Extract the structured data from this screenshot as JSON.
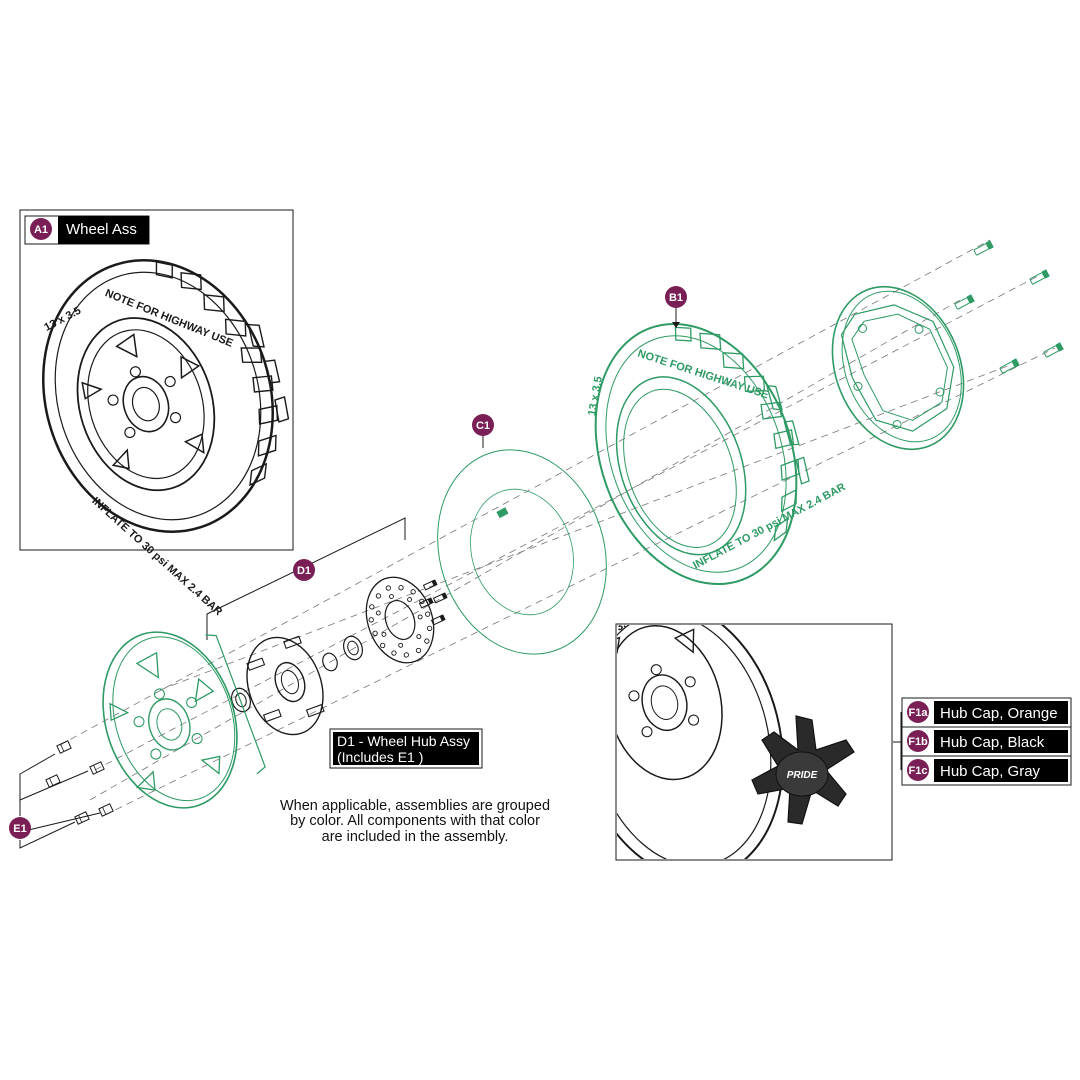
{
  "colors": {
    "badge": "#7a1f55",
    "highlight_green": "#2e9a64",
    "label_bg": "#000000",
    "outline": "#1a1a1a"
  },
  "callouts": {
    "a1": "A1",
    "b1": "B1",
    "c1": "C1",
    "d1": "D1",
    "e1": "E1",
    "f1a": "F1a",
    "f1b": "F1b",
    "f1c": "F1c"
  },
  "labels": {
    "a1": "Wheel Ass",
    "d1_line1": "D1 - Wheel Hub Assy",
    "d1_line2": "(Includes E1 )",
    "f1a": "Hub Cap, Orange",
    "f1b": "Hub Cap, Black",
    "f1c": "Hub Cap, Gray"
  },
  "note": {
    "line1": "When applicable, assemblies are grouped",
    "line2": "by color. All components with that color",
    "line3": "are included in the assembly."
  },
  "tire_markings": {
    "size": "13 x 3.5",
    "warning": "NOTE FOR HIGHWAY USE",
    "inflate": "INFLATE TO 30 psi MAX 2.4 BAR"
  },
  "hubcap_logo": "PRIDE"
}
